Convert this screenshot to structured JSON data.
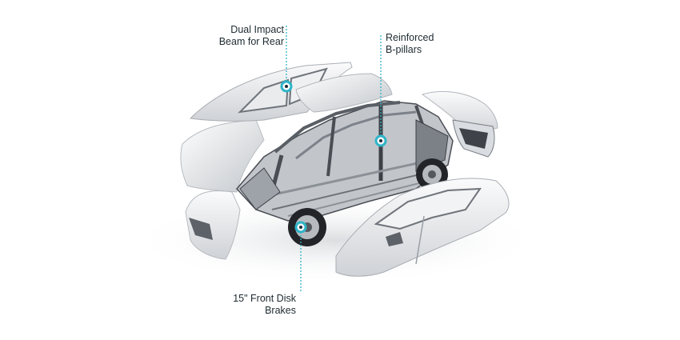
{
  "callouts": [
    {
      "id": "rear-beam",
      "lines": [
        "Dual Impact",
        "Beam for Rear"
      ]
    },
    {
      "id": "b-pillars",
      "lines": [
        "Reinforced",
        "B-pillars"
      ]
    },
    {
      "id": "front-brakes",
      "lines": [
        "15\" Front Disk",
        "Brakes"
      ]
    }
  ],
  "colors": {
    "background": "#ffffff",
    "text": "#1e2a30",
    "accent": "#2fb4c8",
    "panel_light": "#f4f5f6",
    "panel_shade": "#c9ccd0",
    "frame_dark": "#3a3d42",
    "frame_mid": "#8a8f96"
  }
}
